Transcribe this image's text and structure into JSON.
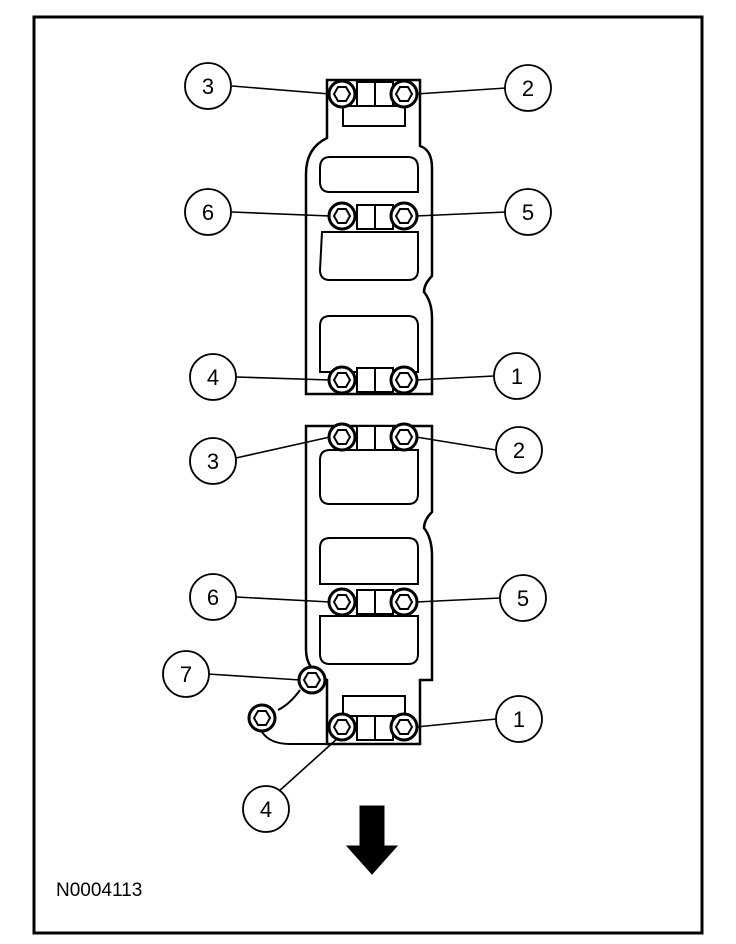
{
  "figure_id": "N0004113",
  "top_bracket": {
    "callouts": [
      {
        "name": "callout-3",
        "label": "3"
      },
      {
        "name": "callout-2",
        "label": "2"
      },
      {
        "name": "callout-6",
        "label": "6"
      },
      {
        "name": "callout-5",
        "label": "5"
      },
      {
        "name": "callout-4",
        "label": "4"
      },
      {
        "name": "callout-1",
        "label": "1"
      }
    ]
  },
  "bottom_bracket": {
    "callouts": [
      {
        "name": "callout-3",
        "label": "3"
      },
      {
        "name": "callout-2",
        "label": "2"
      },
      {
        "name": "callout-6",
        "label": "6"
      },
      {
        "name": "callout-5",
        "label": "5"
      },
      {
        "name": "callout-7",
        "label": "7"
      },
      {
        "name": "callout-1",
        "label": "1"
      },
      {
        "name": "callout-4",
        "label": "4"
      }
    ]
  },
  "direction_arrow": "arrow-down-icon"
}
